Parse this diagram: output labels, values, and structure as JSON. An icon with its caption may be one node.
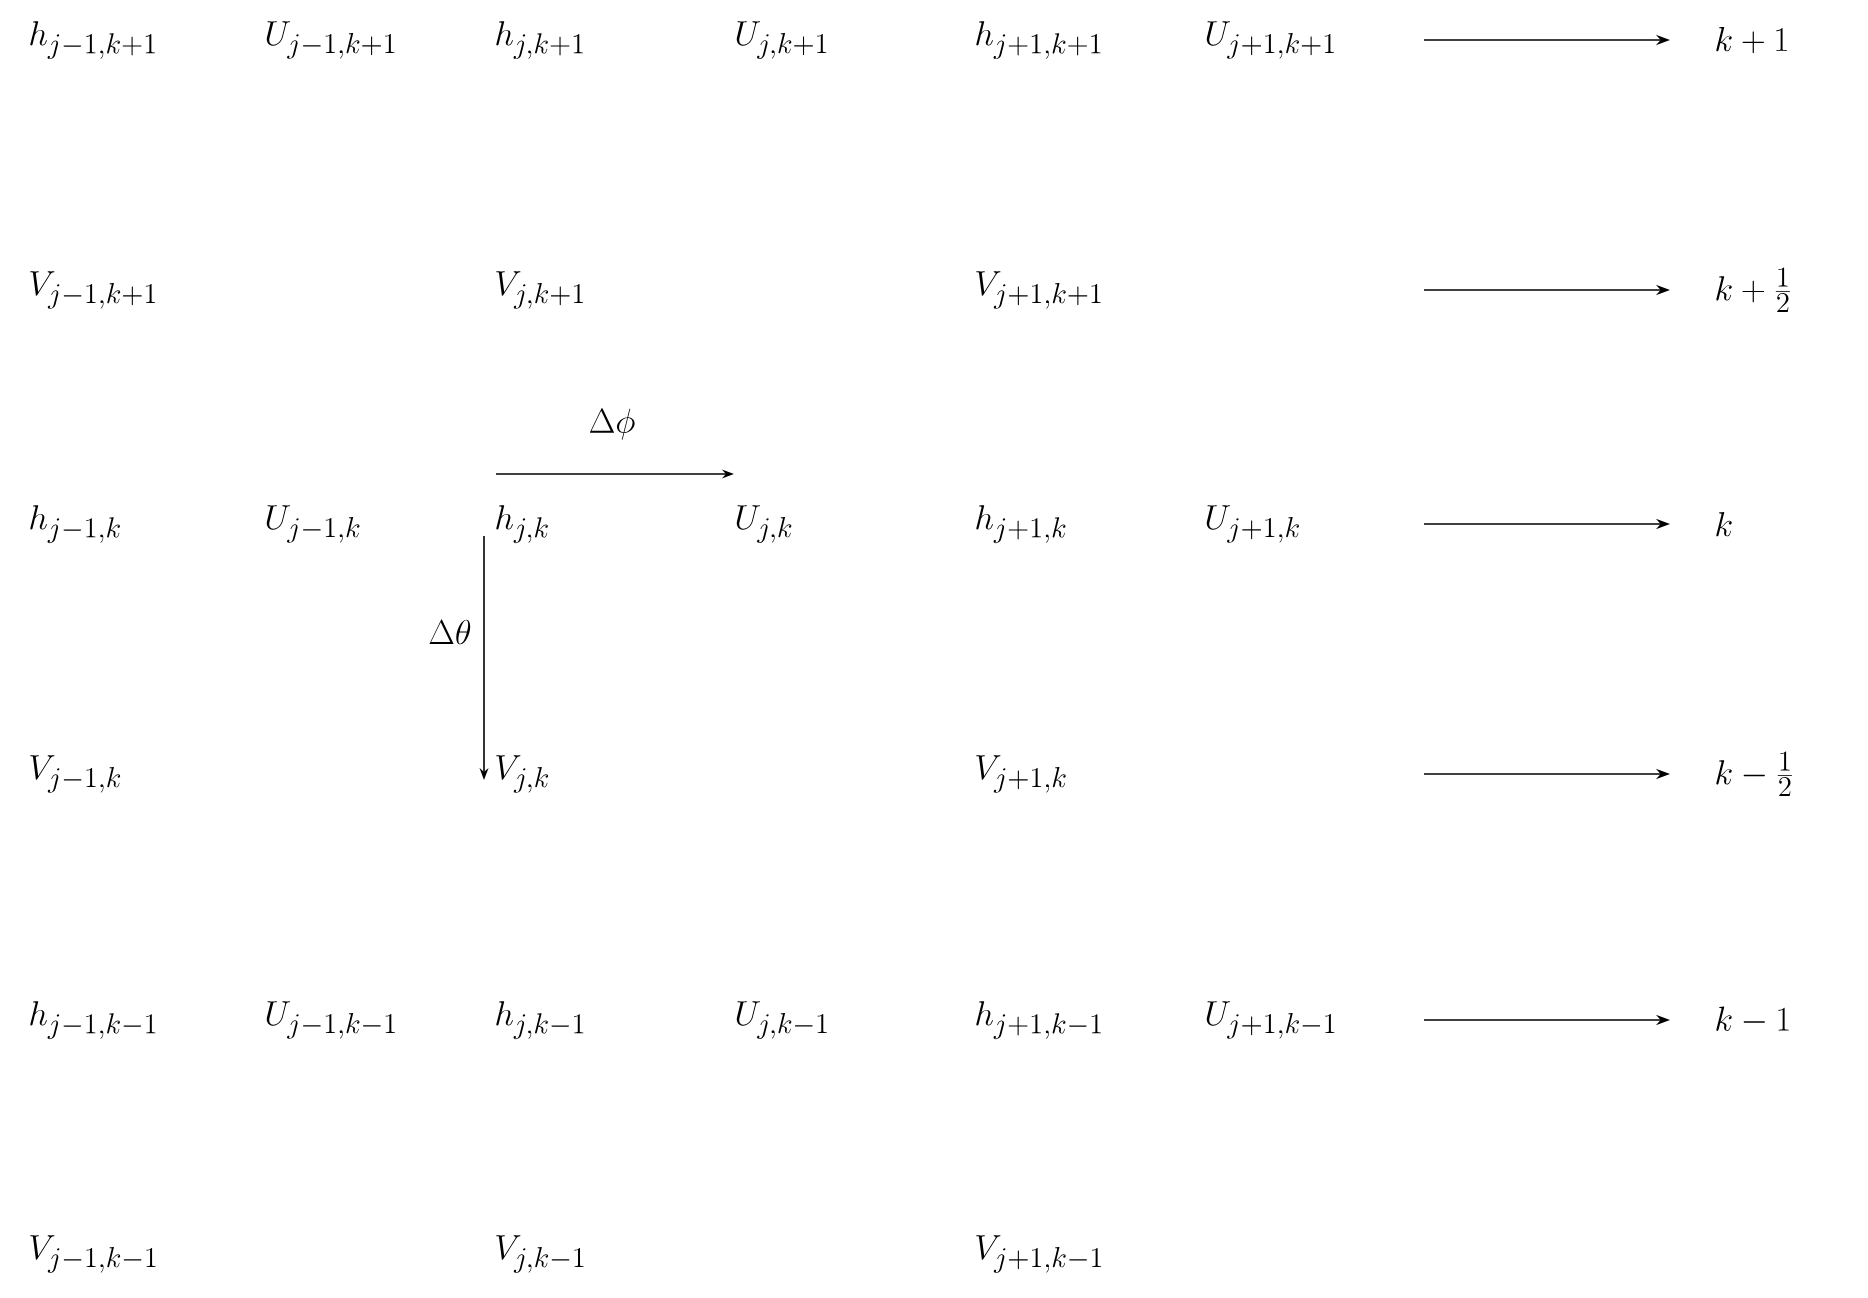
{
  "diagram": {
    "nodes": [
      {
        "text": [
          "k+1"
        ]
      },
      {
        "text": [
          "k+\\frac{1}{2}"
        ]
      },
      {
        "text": [
          "k"
        ]
      },
      {
        "text": [
          "k-\\frac{1}{2}"
        ]
      },
      {
        "text": [
          "k-1"
        ]
      }
    ],
    "edges": [
      {
        "from": null,
        "to": 0,
        "arrow": "to"
      },
      {
        "from": null,
        "to": 1,
        "arrow": "to"
      },
      {
        "from": null,
        "to": 2,
        "arrow": "to"
      },
      {
        "from": null,
        "to": 3,
        "arrow": "to"
      },
      {
        "from": null,
        "to": 4,
        "arrow": "to"
      }
    ],
    "labels": [
      "h_{j-1,k+1}",
      "U_{j-1,k+1}",
      "h_{j,k+1}",
      "U_{j,k+1}",
      "h_{j+1,k+1}",
      "U_{j+1,k+1}",
      "V_{j-1,k+1}",
      "V_{j,k+1}",
      "V_{j+1,k+1}",
      "\\Delta\\phi",
      "h_{j-1,k}",
      "U_{j-1,k}",
      "h_{j,k}",
      "U_{j,k}",
      "h_{j+1,k}",
      "U_{j+1,k}",
      "\\Delta\\theta",
      "V_{j-1,k}",
      "V_{j,k}",
      "V_{j+1,k}",
      "h_{j-1,k-1}",
      "U_{j-1,k-1}",
      "h_{j,k-1}",
      "U_{j,k-1}",
      "h_{j+1,k-1}",
      "U_{j+1,k-1}",
      "V_{j-1,k-1}",
      "V_{j,k-1}",
      "V_{j+1,k-1}"
    ]
  }
}
